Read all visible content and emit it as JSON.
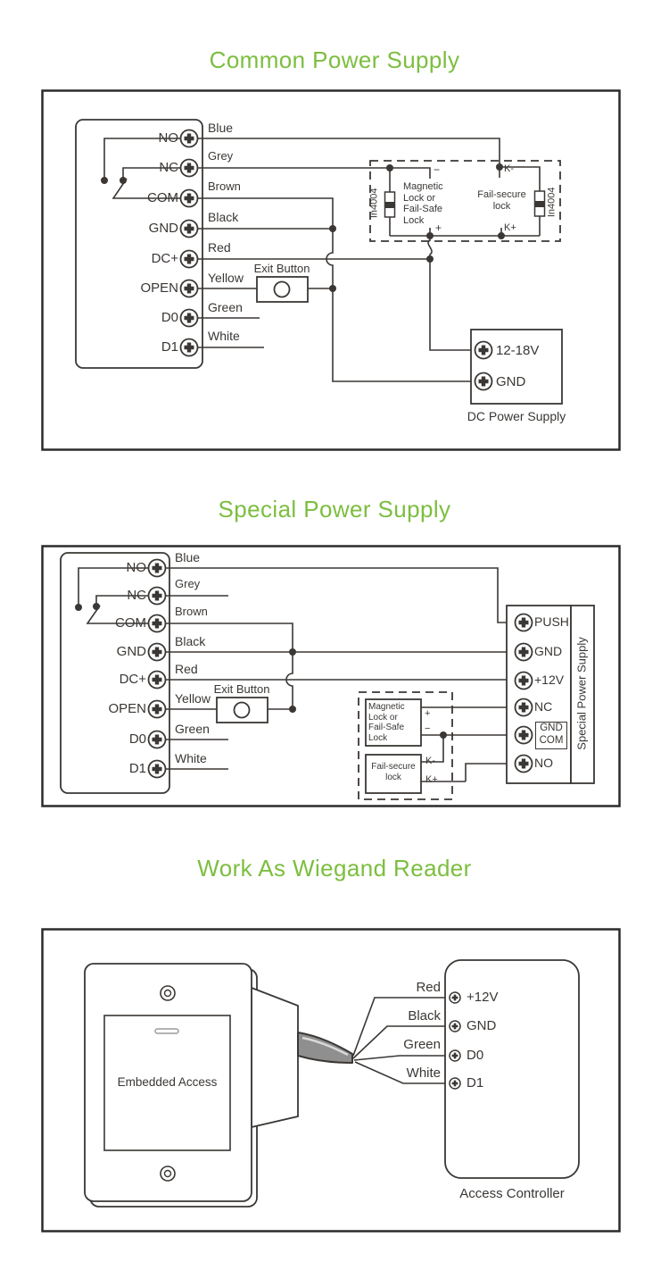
{
  "colors": {
    "title_green": "#7cbe3f",
    "line_dark": "#3a3734",
    "cable_grey": "#8f8f8f"
  },
  "sections": {
    "s1_title": "Common Power Supply",
    "s2_title": "Special Power Supply",
    "s3_title": "Work As Wiegand Reader"
  },
  "terminal_block": {
    "labels": [
      "NO",
      "NC",
      "COM",
      "GND",
      "DC+",
      "OPEN",
      "D0",
      "D1"
    ],
    "wire_colors": [
      "Blue",
      "Grey",
      "Brown",
      "Black",
      "Red",
      "Yellow",
      "Green",
      "White"
    ]
  },
  "s1": {
    "exit_button": "Exit Button",
    "magnetic_lock": "Magnetic\nLock or\nFail-Safe\nLock",
    "fail_secure_lock": "Fail-secure\nlock",
    "diode_left": "In4004",
    "diode_right": "In4004",
    "minus": "−",
    "plus": "+",
    "k_minus": "K-",
    "k_plus": "K+",
    "psu_terminal_1": "12-18V",
    "psu_terminal_2": "GND",
    "psu_caption": "DC Power Supply"
  },
  "s2": {
    "exit_button": "Exit Button",
    "magnetic_lock": "Magnetic\nLock or\nFail-Safe\nLock",
    "fail_secure_lock": "Fail-secure\nlock",
    "plus": "+",
    "minus": "−",
    "k_minus": "K-",
    "k_plus": "K+",
    "psu_labels": [
      "PUSH",
      "GND",
      "+12V",
      "NC",
      "NO"
    ],
    "psu_gnd_com": "GND\nCOM",
    "psu_side_label": "Special Power Supply"
  },
  "s3": {
    "device_label": "Embedded Access",
    "controller_caption": "Access Controller",
    "wire_labels": [
      "Red",
      "Black",
      "Green",
      "White"
    ],
    "controller_terminals": [
      "+12V",
      "GND",
      "D0",
      "D1"
    ]
  }
}
